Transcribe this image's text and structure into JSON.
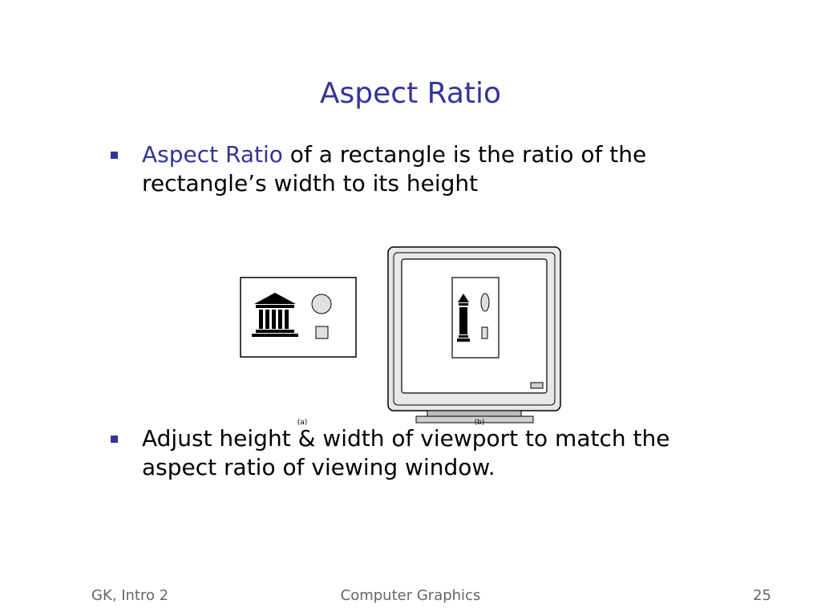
{
  "slide": {
    "title": "Aspect Ratio",
    "bullets": [
      {
        "highlight": "Aspect Ratio",
        "text": " of a rectangle is the ratio of the rectangle’s width to its height"
      },
      {
        "text": "Adjust height & width of viewport to match the aspect ratio of viewing window."
      }
    ],
    "figure_labels": {
      "a": "(a)",
      "b": "(b)"
    },
    "colors": {
      "accent": "#333399",
      "footer": "#666666"
    }
  },
  "footer": {
    "left": "GK, Intro 2",
    "center": "Computer Graphics",
    "page_number": "25"
  }
}
